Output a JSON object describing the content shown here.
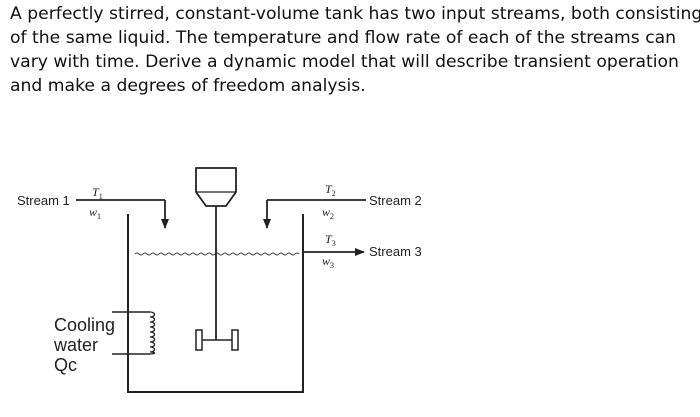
{
  "problem": {
    "lines": [
      "A perfectly stirred, constant-volume tank has two input streams, both consisting",
      "of the same liquid. The temperature and flow rate of each of the streams can",
      "vary with time. Derive a dynamic model that will describe transient operation",
      "and make a degrees of freedom analysis."
    ]
  },
  "diagram": {
    "stream1": {
      "label": "Stream 1",
      "T": "T",
      "T_sub": "1",
      "w": "w",
      "w_sub": "1"
    },
    "stream2": {
      "label": "Stream 2",
      "T": "T",
      "T_sub": "2",
      "w": "w",
      "w_sub": "2"
    },
    "stream3": {
      "label": "Stream 3",
      "T": "T",
      "T_sub": "3",
      "w": "w",
      "w_sub": "3"
    },
    "cooling": {
      "line1": "Cooling",
      "line2": "water",
      "line3": "Qc"
    }
  }
}
